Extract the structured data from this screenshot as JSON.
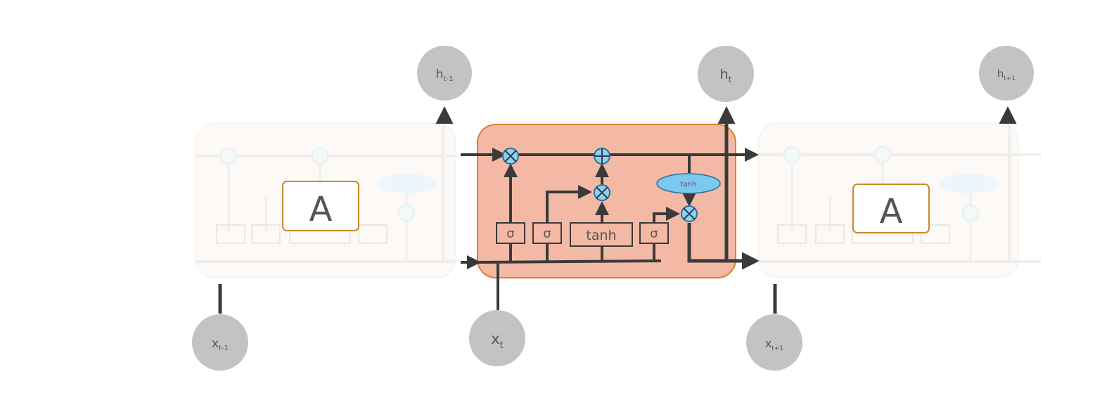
{
  "diagram": {
    "colors": {
      "cell_fill": "#f4b9a4",
      "cell_border": "#d9822b",
      "line": "#3a3a3a",
      "node": "#c3c3c3",
      "op_fill": "#8fd1ee",
      "op_border": "#2b6f9a",
      "tanh_oval": "#7cc9ef",
      "a_box_border": "#c98a2a"
    },
    "left_cell": {
      "label": "A",
      "output": {
        "base": "h",
        "sub": "t-1"
      },
      "input": {
        "base": "x",
        "sub": "t-1"
      }
    },
    "center_cell": {
      "output": {
        "base": "h",
        "sub": "t"
      },
      "input": {
        "base": "x",
        "sub": "t"
      },
      "gates": {
        "sigma_1": "σ",
        "sigma_2": "σ",
        "tanh_box": "tanh",
        "sigma_3": "σ",
        "tanh_oval": "tanh"
      }
    },
    "right_cell": {
      "label": "A",
      "output": {
        "base": "h",
        "sub": "t+1"
      },
      "input": {
        "base": "x",
        "sub": "t+1"
      }
    }
  }
}
